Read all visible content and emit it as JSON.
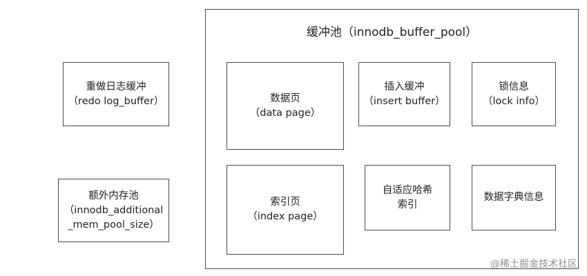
{
  "redo_buffer": {
    "name": "重做日志缓冲",
    "detail": "（redo log_buffer）"
  },
  "additional_pool": {
    "name": "额外内存池",
    "detail_line1": "（innodb_additional",
    "detail_line2": "_mem_pool_size）"
  },
  "buffer_pool": {
    "title": "缓冲池（innodb_buffer_pool）",
    "data_page": {
      "name": "数据页",
      "detail": "（data page）"
    },
    "insert_buffer": {
      "name": "插入缓冲",
      "detail": "（insert buffer）"
    },
    "lock_info": {
      "name": "锁信息",
      "detail": "（lock info）"
    },
    "index_page": {
      "name": "索引页",
      "detail": "（index page）"
    },
    "adaptive_hash": {
      "line1": "自适应哈希",
      "line2": "索引"
    },
    "data_dictionary": {
      "name": "数据字典信息"
    }
  },
  "watermark": "@稀土掘金技术社区"
}
